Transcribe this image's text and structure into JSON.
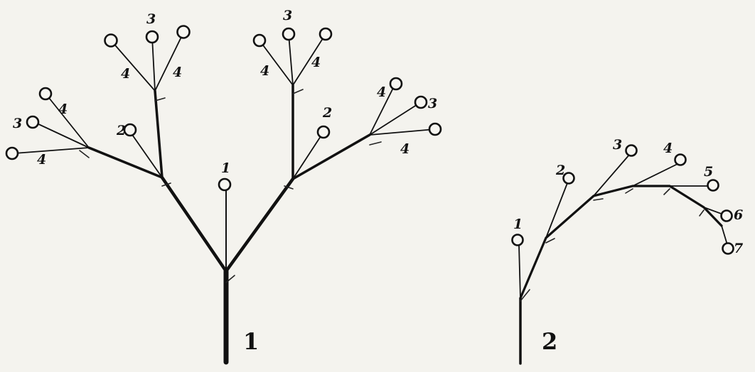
{
  "figure1": {
    "caption": "1",
    "labels": [
      "1",
      "2",
      "2",
      "3",
      "3",
      "3",
      "3",
      "4",
      "4",
      "4",
      "4",
      "4",
      "4",
      "4",
      "4"
    ]
  },
  "figure2": {
    "caption": "2",
    "labels": [
      "1",
      "2",
      "3",
      "4",
      "5",
      "6",
      "7"
    ]
  },
  "colors": {
    "ink": "#111111",
    "paper": "#f4f3ee"
  }
}
